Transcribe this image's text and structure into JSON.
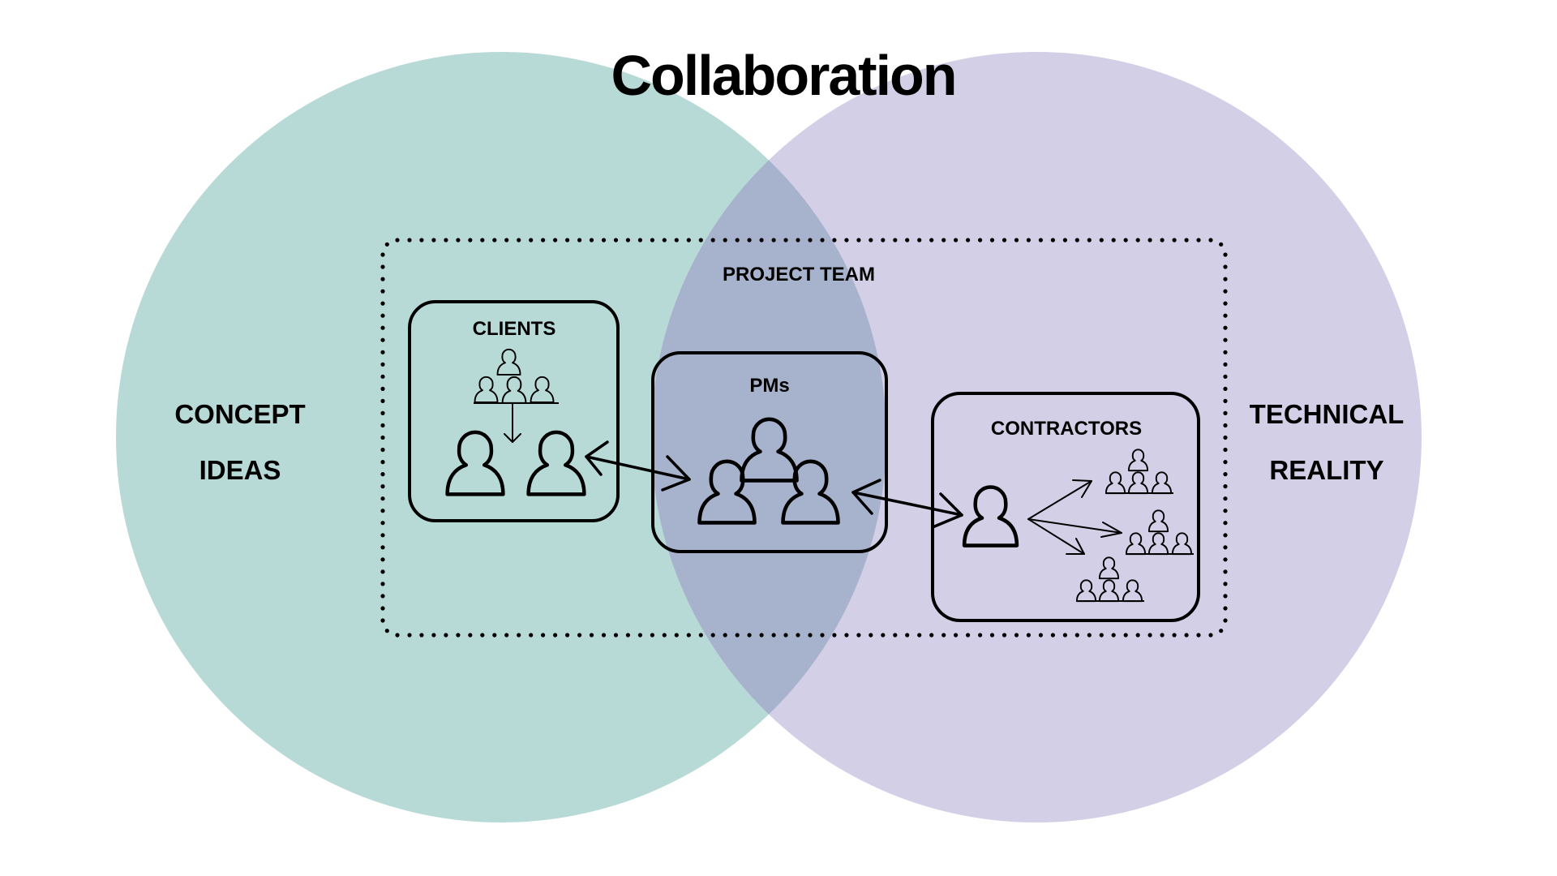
{
  "title": "Collaboration",
  "colors": {
    "left_circle": "#b8dad7",
    "right_circle": "#d3cfe6",
    "overlap": "#a7b3cd",
    "ink": "#000000"
  },
  "left_circle": {
    "lines": [
      "CONCEPT",
      "IDEAS"
    ]
  },
  "right_circle": {
    "lines": [
      "TECHNICAL",
      "REALITY"
    ]
  },
  "project_team": {
    "label": "PROJECT TEAM"
  },
  "boxes": {
    "clients": {
      "label": "CLIENTS"
    },
    "pms": {
      "label": "PMs"
    },
    "contractors": {
      "label": "CONTRACTORS"
    }
  },
  "relations": [
    {
      "from": "clients",
      "to": "pms",
      "type": "bidirectional"
    },
    {
      "from": "pms",
      "to": "contractors",
      "type": "bidirectional"
    },
    {
      "from": "client-group",
      "to": "client-representatives",
      "type": "directed"
    },
    {
      "from": "contractor",
      "to": "subcontractor-group-1",
      "type": "directed"
    },
    {
      "from": "contractor",
      "to": "subcontractor-group-2",
      "type": "directed"
    },
    {
      "from": "contractor",
      "to": "subcontractor-group-3",
      "type": "directed"
    }
  ]
}
